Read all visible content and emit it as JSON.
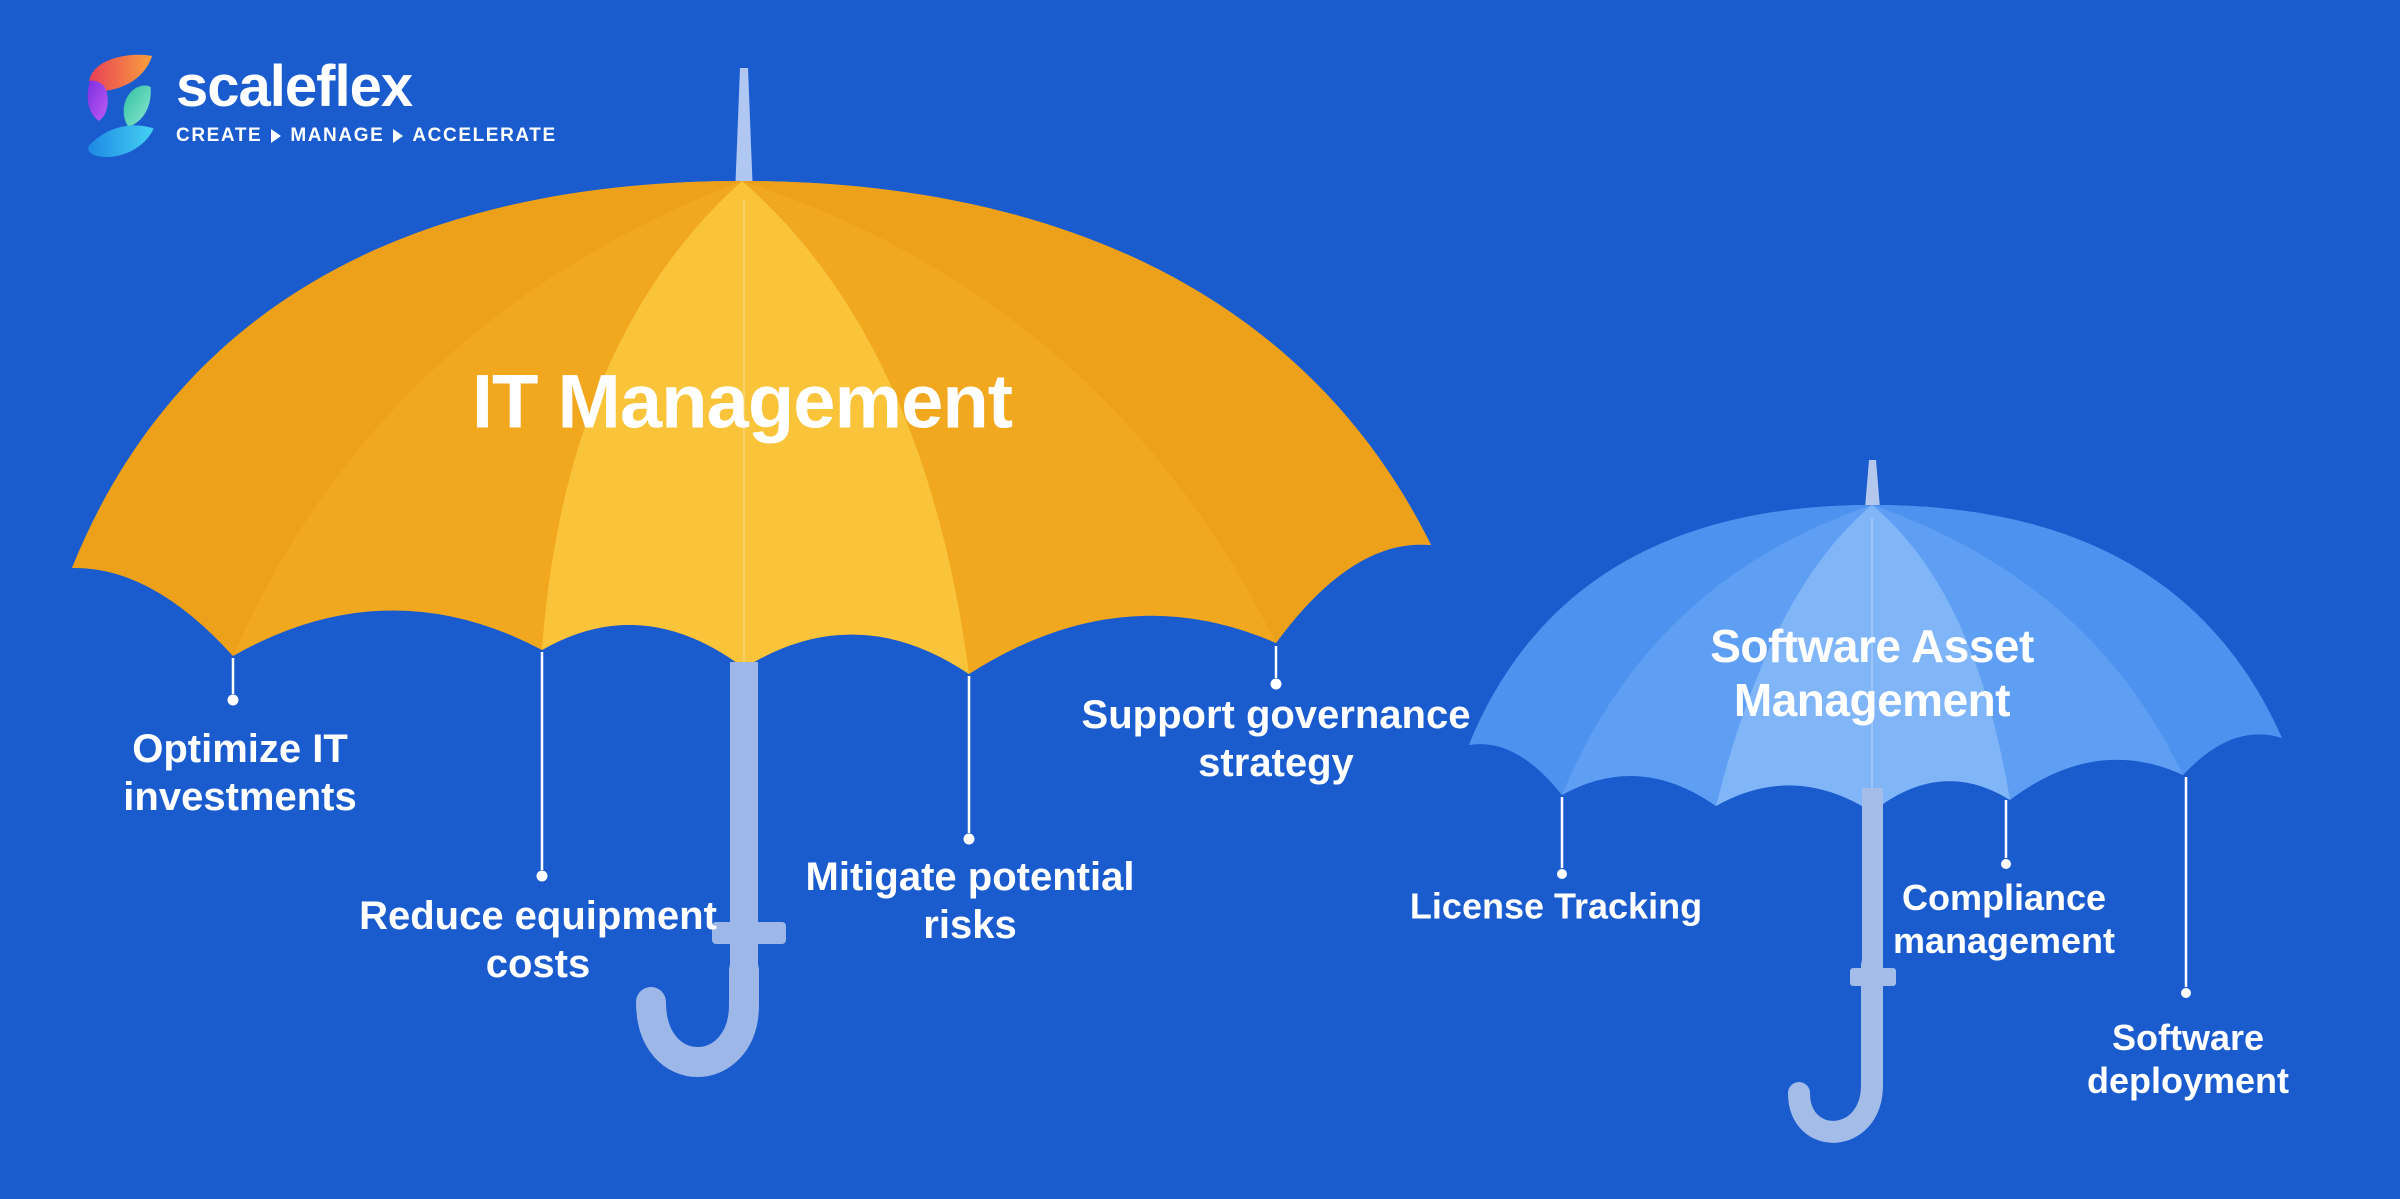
{
  "background_color": "#1A5CCE",
  "logo": {
    "brand": "scaleflex",
    "tagline_words": [
      "CREATE",
      "MANAGE",
      "ACCELERATE"
    ],
    "mark_colors": {
      "top_petal": "#F2903B",
      "left_petal": "#9B3FE8",
      "right_petal": "#43C9A7",
      "bottom_petal": "#2E9BE8"
    }
  },
  "umbrellas": {
    "0": {
      "id": "it-management",
      "title": "IT Management",
      "colors": {
        "mid": "#F1A81F",
        "light": "#F9C33A",
        "deep": "#EDA01A",
        "pole_top": "#B0C7F1",
        "pole": "#9CB7E8"
      },
      "items": {
        "0": {
          "label": "Optimize IT\ninvestments"
        },
        "1": {
          "label": "Reduce equipment\ncosts"
        },
        "2": {
          "label": "Mitigate potential\nrisks"
        },
        "3": {
          "label": "Support governance\nstrategy"
        }
      }
    },
    "1": {
      "id": "software-asset-management",
      "title": "Software Asset\nManagement",
      "colors": {
        "mid": "#5F9FF3",
        "light": "#80B5F8",
        "deep": "#4C92EE",
        "pole_top": "#B4C8EE",
        "pole": "#A4BCE8"
      },
      "items": {
        "0": {
          "label": "License Tracking"
        },
        "1": {
          "label": "Compliance\nmanagement"
        },
        "2": {
          "label": "Software\ndeployment"
        }
      }
    }
  }
}
